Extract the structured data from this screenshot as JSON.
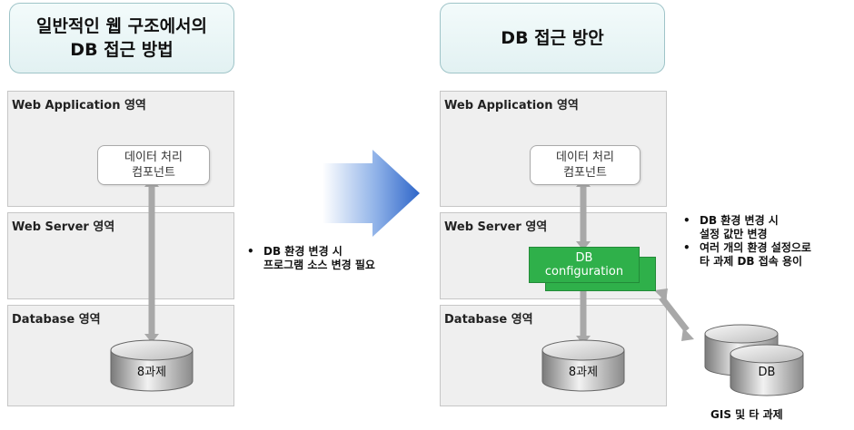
{
  "left": {
    "title_line1": "일반적인 웹 구조에서의",
    "title_line2": "DB 접근 방법",
    "zones": {
      "web_app": "Web Application 영역",
      "web_server": "Web Server 영역",
      "database": "Database 영역"
    },
    "component_line1": "데이터 처리",
    "component_line2": "컴포넌트",
    "db_label": "8과제",
    "note_line1": "DB 환경 변경 시",
    "note_line2": "프로그램 소스 변경 필요"
  },
  "right": {
    "title": "DB 접근 방안",
    "zones": {
      "web_app": "Web Application 영역",
      "web_server": "Web Server 영역",
      "database": "Database 영역"
    },
    "component_line1": "데이터 처리",
    "component_line2": "컴포넌트",
    "config_line1": "DB",
    "config_line2": "configuration",
    "db_label": "8과제",
    "ext_db_label": "DB",
    "ext_caption": "GIS 및 타 과제",
    "note1_line1": "DB 환경 변경 시",
    "note1_line2": "설정 값만 변경",
    "note2_line1": "여러 개의 환경 설정으로",
    "note2_line2": "타 과제 DB 접속 용이"
  },
  "bullet": "•",
  "colors": {
    "arrow": "#2f66c9",
    "config": "#2fb04a",
    "title_bg": "#e6f3f4"
  }
}
